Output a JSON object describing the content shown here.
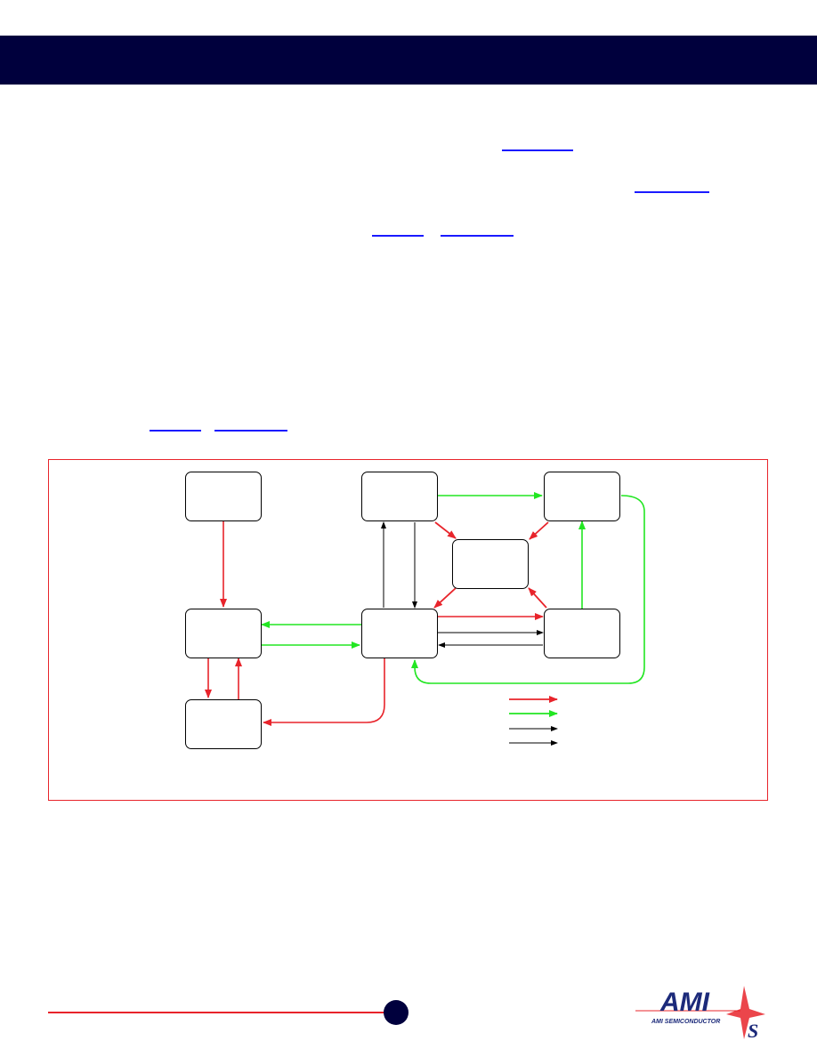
{
  "header": {
    "band_color": "#00003d"
  },
  "body_links": [
    {
      "name": "link-ref-1"
    },
    {
      "name": "link-ref-2"
    },
    {
      "name": "link-ref-3a"
    },
    {
      "name": "link-ref-3b"
    },
    {
      "name": "link-ref-4a"
    },
    {
      "name": "link-ref-4b"
    }
  ],
  "figure": {
    "frame_color": "#e8242b",
    "states": [
      {
        "id": "state-top-left"
      },
      {
        "id": "state-top-middle"
      },
      {
        "id": "state-top-right"
      },
      {
        "id": "state-center"
      },
      {
        "id": "state-middle-left"
      },
      {
        "id": "state-middle-center"
      },
      {
        "id": "state-middle-right"
      },
      {
        "id": "state-bottom-left"
      }
    ],
    "transition_colors": {
      "red": "#e8242b",
      "green": "#22e622",
      "black": "#000000"
    },
    "legend": [
      {
        "color": "red"
      },
      {
        "color": "green"
      },
      {
        "color": "black"
      },
      {
        "color": "black"
      }
    ]
  },
  "footer": {
    "rule_color": "#e8242b",
    "page_marker_color": "#00003d"
  },
  "logo": {
    "wordmark": "AMI",
    "subtitle": "AMI SEMICONDUCTOR",
    "symbol": "S"
  }
}
